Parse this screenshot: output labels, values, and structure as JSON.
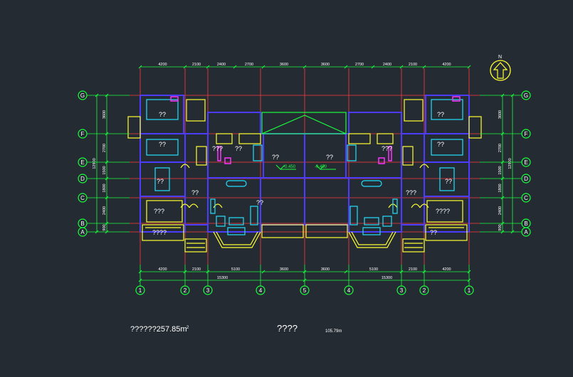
{
  "colors": {
    "background": "#252b33",
    "wall": "#4b3cff",
    "axis": "#ff3b3b",
    "dimension": "#19ff3c",
    "furniture": "#22e0ff",
    "window": "#ffff33",
    "accent": "#ff33ff",
    "text": "#ffffff"
  },
  "compass": {
    "label": "N",
    "icon": "north-arrow-icon"
  },
  "dims_top": [
    "4200",
    "2100",
    "2400",
    "2700",
    "3600",
    "3600",
    "2700",
    "2400",
    "2100",
    "4200"
  ],
  "dims_bottom_inner": [
    "4200",
    "2100",
    "5100",
    "3600",
    "3600",
    "5100",
    "2100",
    "4200"
  ],
  "dims_bottom_total": [
    "15300",
    "15300"
  ],
  "dims_left": [
    "3600",
    "2700",
    "1500",
    "1800",
    "2400",
    "900"
  ],
  "dims_left_total": "12900",
  "dims_right": [
    "3600",
    "2700",
    "1500",
    "1800",
    "2400",
    "900"
  ],
  "dims_right_total": "12900",
  "axes_rows": [
    "G",
    "F",
    "E",
    "D",
    "C",
    "B",
    "A"
  ],
  "axes_cols": [
    "1",
    "2",
    "3",
    "4",
    "5",
    "4",
    "3",
    "2",
    "1"
  ],
  "levels": [
    "-0.450",
    "-0.450"
  ],
  "room_labels": [
    "??",
    "??",
    "??",
    "??",
    "???",
    "????",
    "??",
    "??",
    "???",
    "??",
    "??",
    "??",
    "??",
    "???",
    "????",
    "??",
    "??",
    "???"
  ],
  "footer": {
    "area_text": "??????257.85m",
    "area_sup": "2",
    "title": "????",
    "scale": "105.79m"
  }
}
